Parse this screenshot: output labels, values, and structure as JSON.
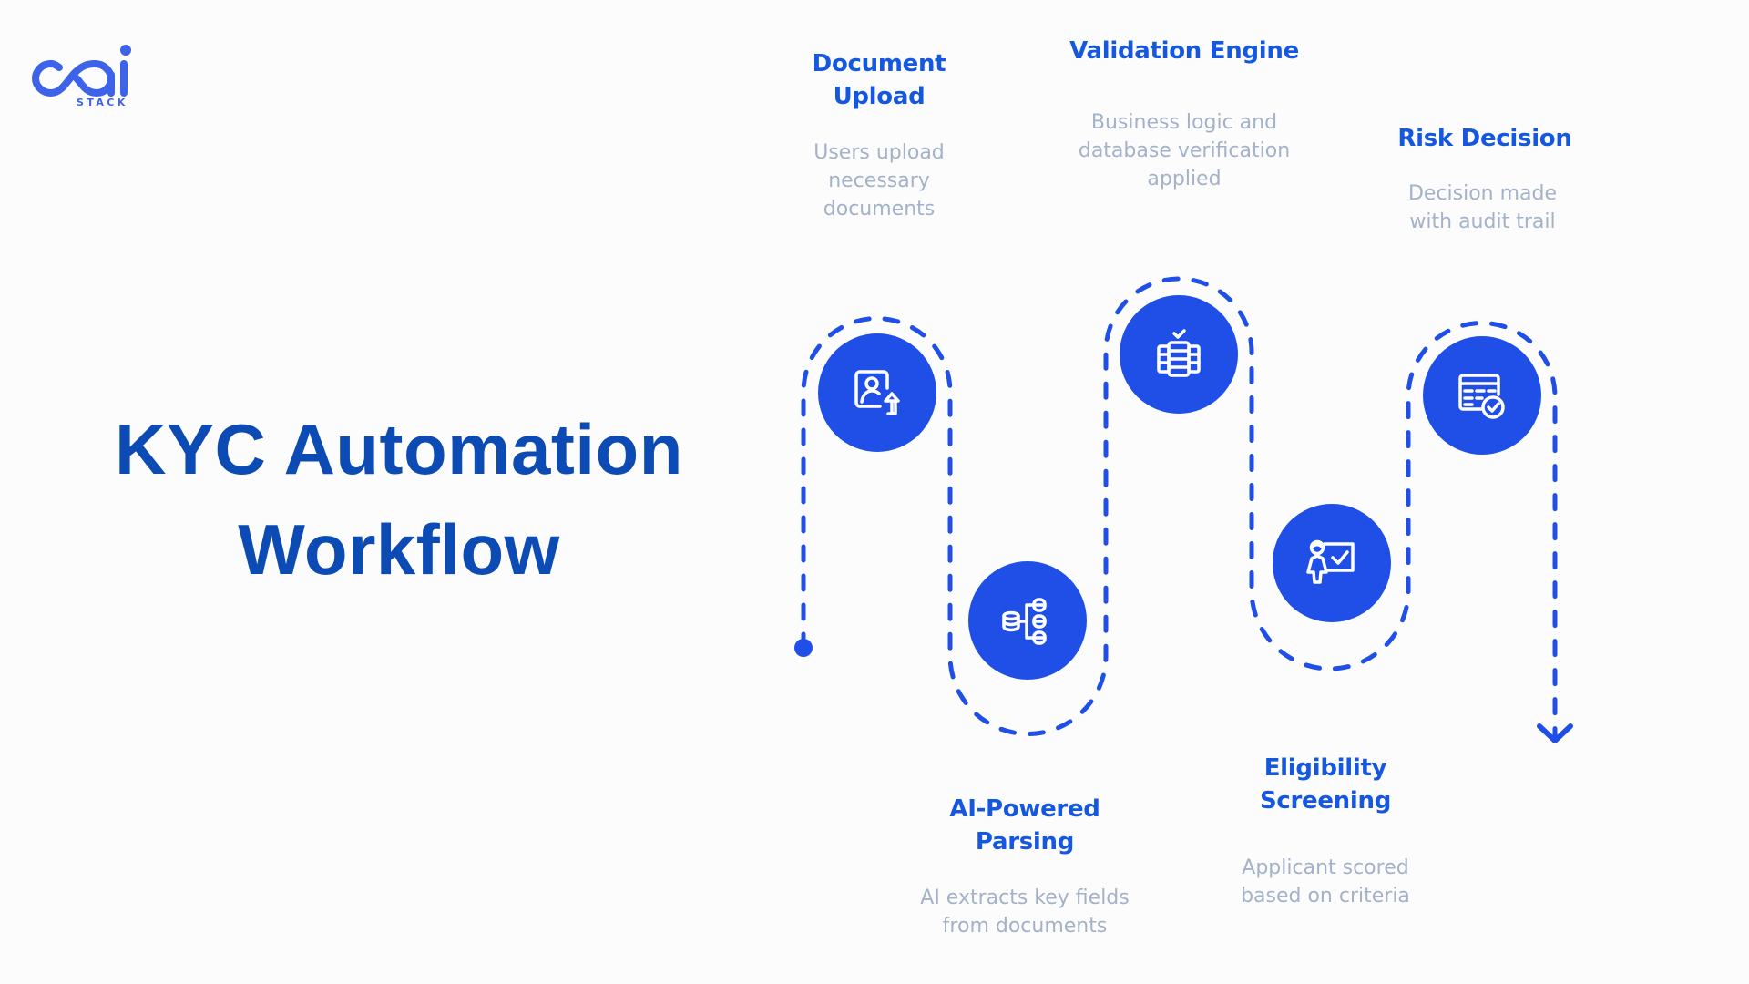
{
  "brand": {
    "logo_word": "cai",
    "logo_sub": "STACK",
    "color": "#3d64e8"
  },
  "title": {
    "line1": "KYC Automation",
    "line2": "Workflow",
    "color": "#0b4bb3"
  },
  "colors": {
    "accent": "#1f4fe6",
    "step_title": "#1558df",
    "step_desc": "#a3b2c8"
  },
  "steps": [
    {
      "title_lines": [
        "Document",
        "Upload"
      ],
      "desc_lines": [
        "Users upload",
        "necessary",
        "documents"
      ],
      "icon": "document-upload-icon"
    },
    {
      "title_lines": [
        "AI-Powered",
        "Parsing"
      ],
      "desc_lines": [
        "AI extracts key fields",
        "from documents"
      ],
      "icon": "database-tree-icon"
    },
    {
      "title_lines": [
        "Validation Engine"
      ],
      "desc_lines": [
        "Business logic and",
        "database verification",
        "applied"
      ],
      "icon": "server-check-icon"
    },
    {
      "title_lines": [
        "Eligibility",
        "Screening"
      ],
      "desc_lines": [
        "Applicant scored",
        "based on criteria"
      ],
      "icon": "person-checkboard-icon"
    },
    {
      "title_lines": [
        "Risk Decision"
      ],
      "desc_lines": [
        "Decision made",
        "with audit trail"
      ],
      "icon": "table-check-icon"
    }
  ]
}
